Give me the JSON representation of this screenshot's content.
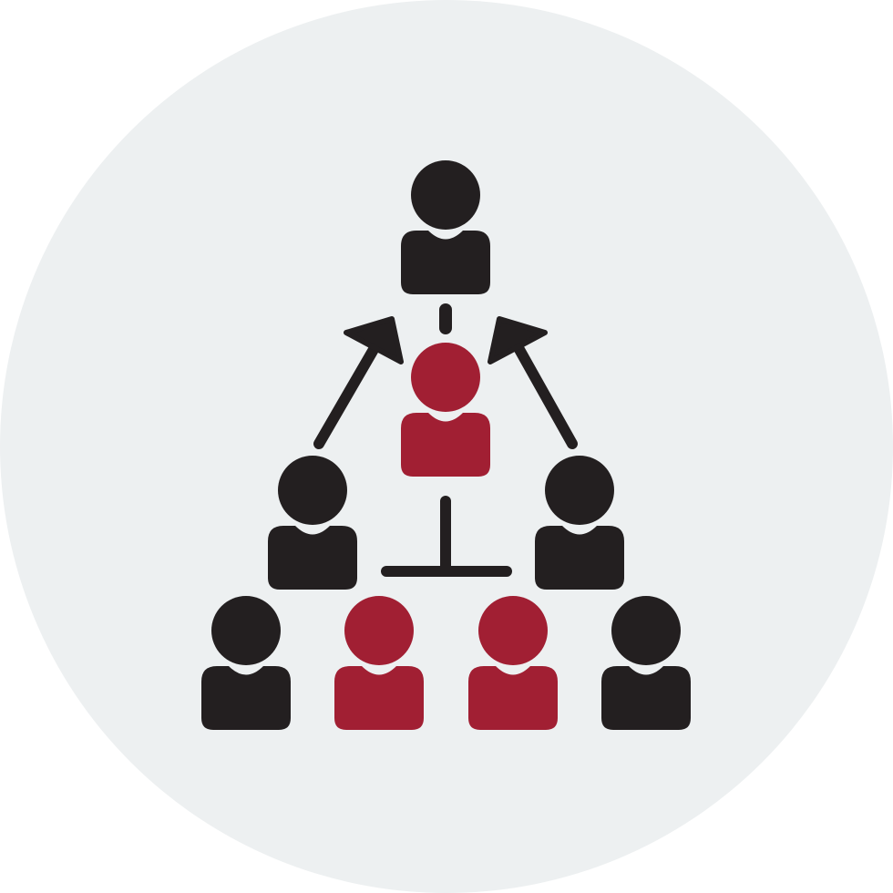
{
  "icon": {
    "name": "hierarchy-promotion-icon",
    "colors": {
      "background_circle": "#edf0f1",
      "dark": "#231f20",
      "accent": "#a11f33"
    },
    "figures": [
      {
        "id": "top",
        "color": "dark"
      },
      {
        "id": "center",
        "color": "accent"
      },
      {
        "id": "mid-left",
        "color": "dark"
      },
      {
        "id": "mid-right",
        "color": "dark"
      },
      {
        "id": "bottom-1",
        "color": "dark"
      },
      {
        "id": "bottom-2",
        "color": "accent"
      },
      {
        "id": "bottom-3",
        "color": "accent"
      },
      {
        "id": "bottom-4",
        "color": "dark"
      }
    ],
    "connectors": [
      "arrow-left-up",
      "arrow-right-up",
      "dash-top",
      "t-connector"
    ]
  }
}
